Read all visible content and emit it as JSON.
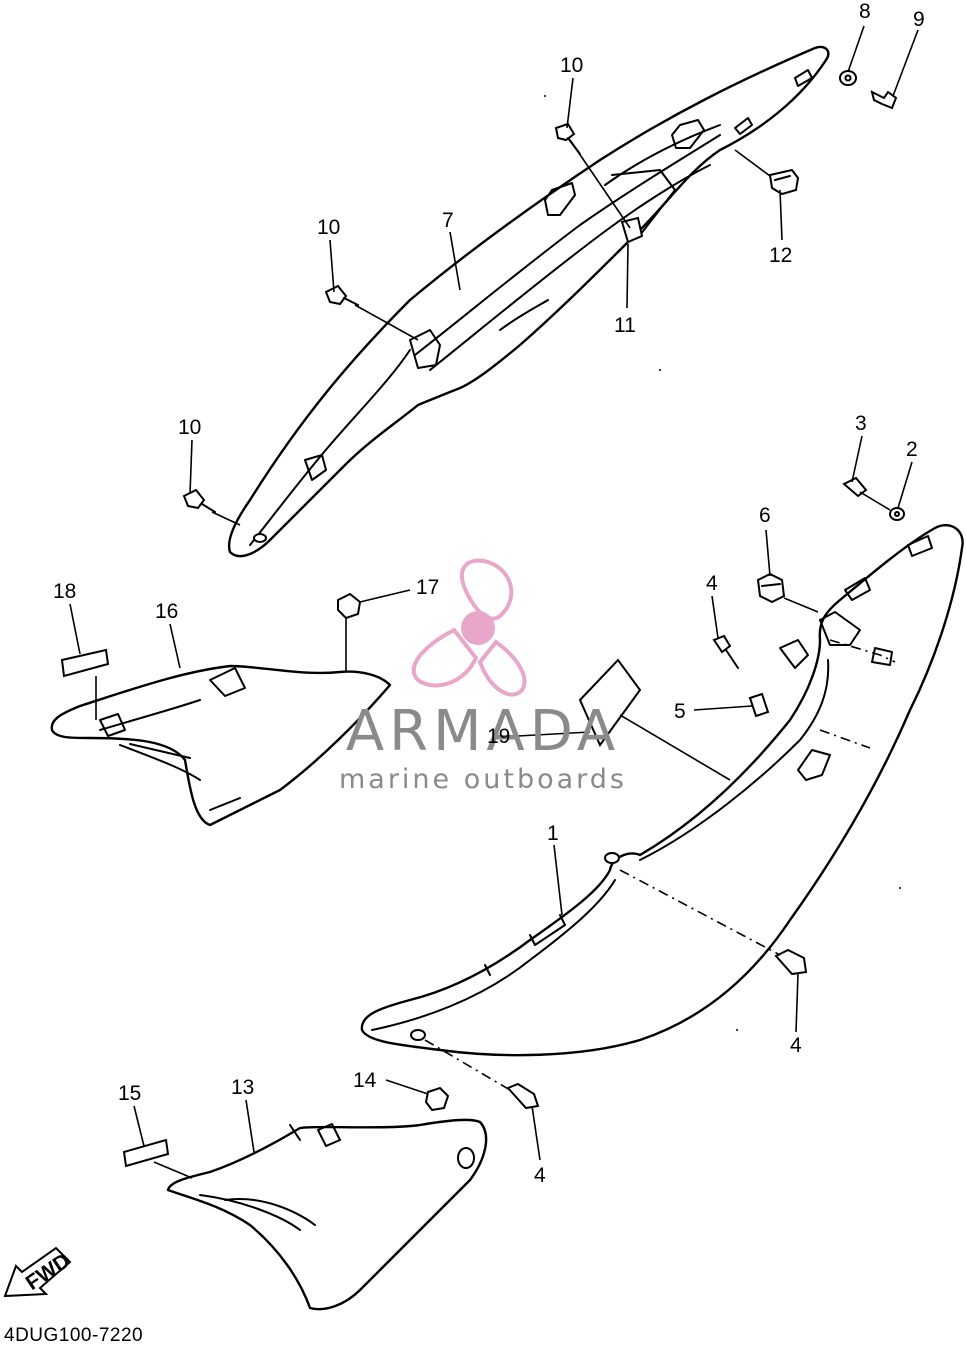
{
  "diagram": {
    "code": "4DUG100-7220",
    "fwd_label": "FWD",
    "callouts": [
      "1",
      "2",
      "3",
      "4",
      "4",
      "4",
      "5",
      "6",
      "7",
      "8",
      "9",
      "10",
      "10",
      "10",
      "11",
      "12",
      "13",
      "14",
      "15",
      "16",
      "17",
      "18",
      "19"
    ]
  },
  "watermark": {
    "brand": "ARMADA",
    "tagline": "marine outboards",
    "accent_color": "#e8a6c9"
  }
}
